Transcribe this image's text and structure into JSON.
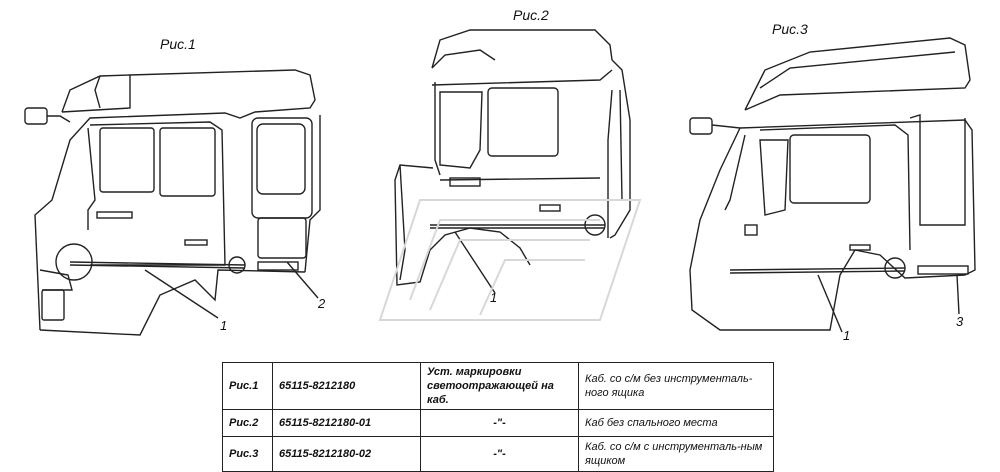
{
  "figures": [
    {
      "title": "Рис.1",
      "callouts": [
        "1",
        "2"
      ]
    },
    {
      "title": "Рис.2",
      "callouts": [
        "1"
      ]
    },
    {
      "title": "Рис.3",
      "callouts": [
        "1",
        "3"
      ]
    }
  ],
  "table": {
    "rows": [
      {
        "fig": "Рис.1",
        "part": "65115-8212180",
        "desc": "Уст. маркировки светоотражающей на каб.",
        "note": "Каб. со с/м без инструменталь-ного ящика"
      },
      {
        "fig": "Рис.2",
        "part": "65115-8212180-01",
        "desc": "-\"-",
        "note": "Каб без спального места"
      },
      {
        "fig": "Рис.3",
        "part": "65115-8212180-02",
        "desc": "-\"-",
        "note": "Каб. со с/м с инструменталь-ным ящиком"
      }
    ]
  }
}
